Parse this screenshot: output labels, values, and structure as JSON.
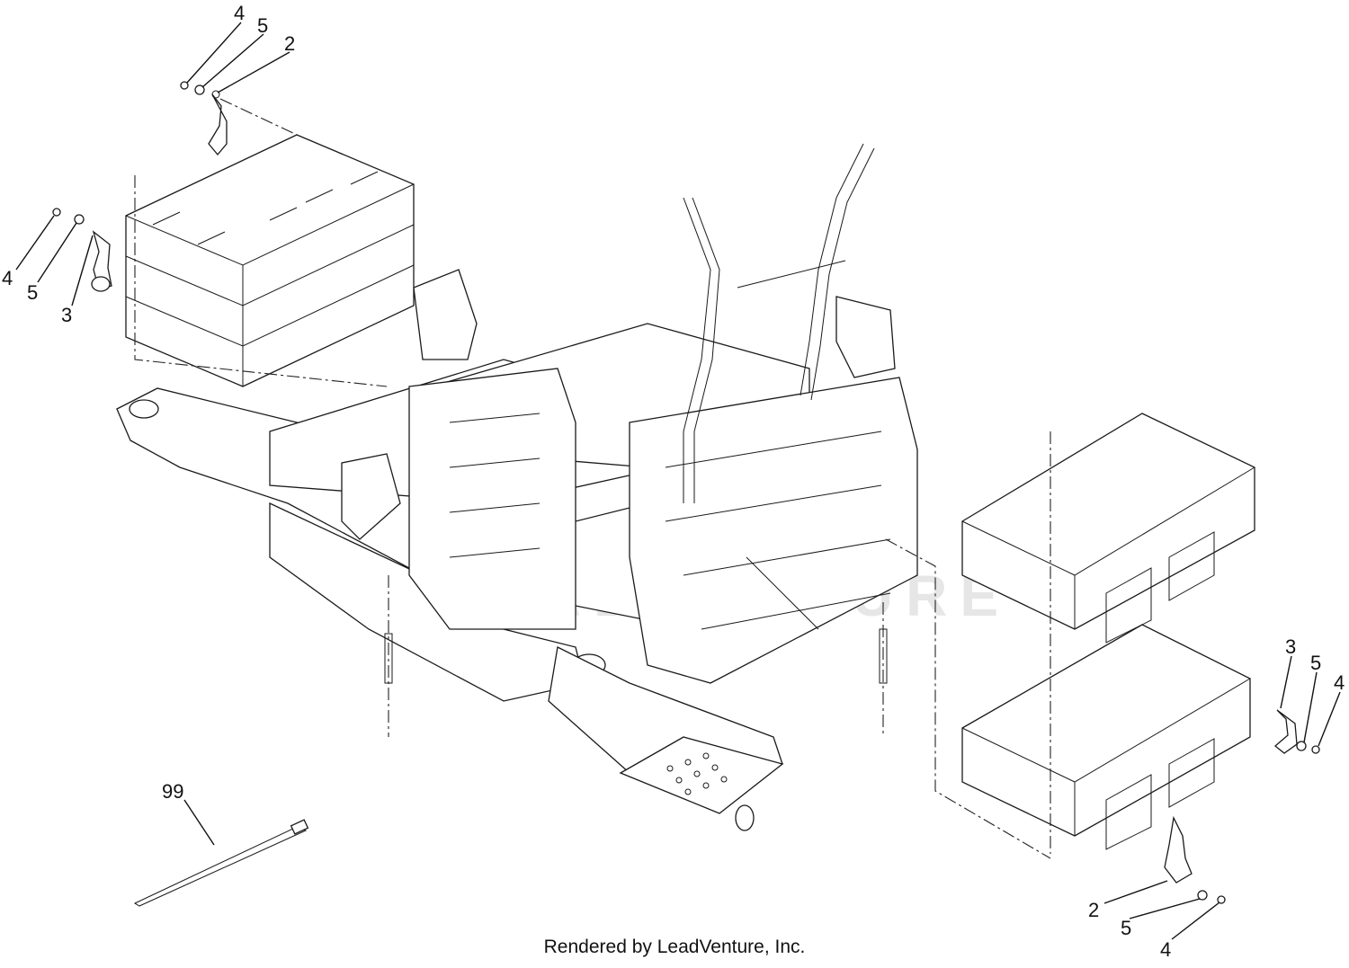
{
  "watermark": "LEADVENTURE",
  "footer": "Rendered by LeadVenture, Inc.",
  "callouts": [
    {
      "id": "c1",
      "label": "4"
    },
    {
      "id": "c2",
      "label": "5"
    },
    {
      "id": "c3",
      "label": "2"
    },
    {
      "id": "c4",
      "label": "4"
    },
    {
      "id": "c5",
      "label": "5"
    },
    {
      "id": "c6",
      "label": "3"
    },
    {
      "id": "c7",
      "label": "3"
    },
    {
      "id": "c8",
      "label": "5"
    },
    {
      "id": "c9",
      "label": "4"
    },
    {
      "id": "c10",
      "label": "99"
    },
    {
      "id": "c11",
      "label": "2"
    },
    {
      "id": "c12",
      "label": "5"
    },
    {
      "id": "c13",
      "label": "4"
    }
  ]
}
